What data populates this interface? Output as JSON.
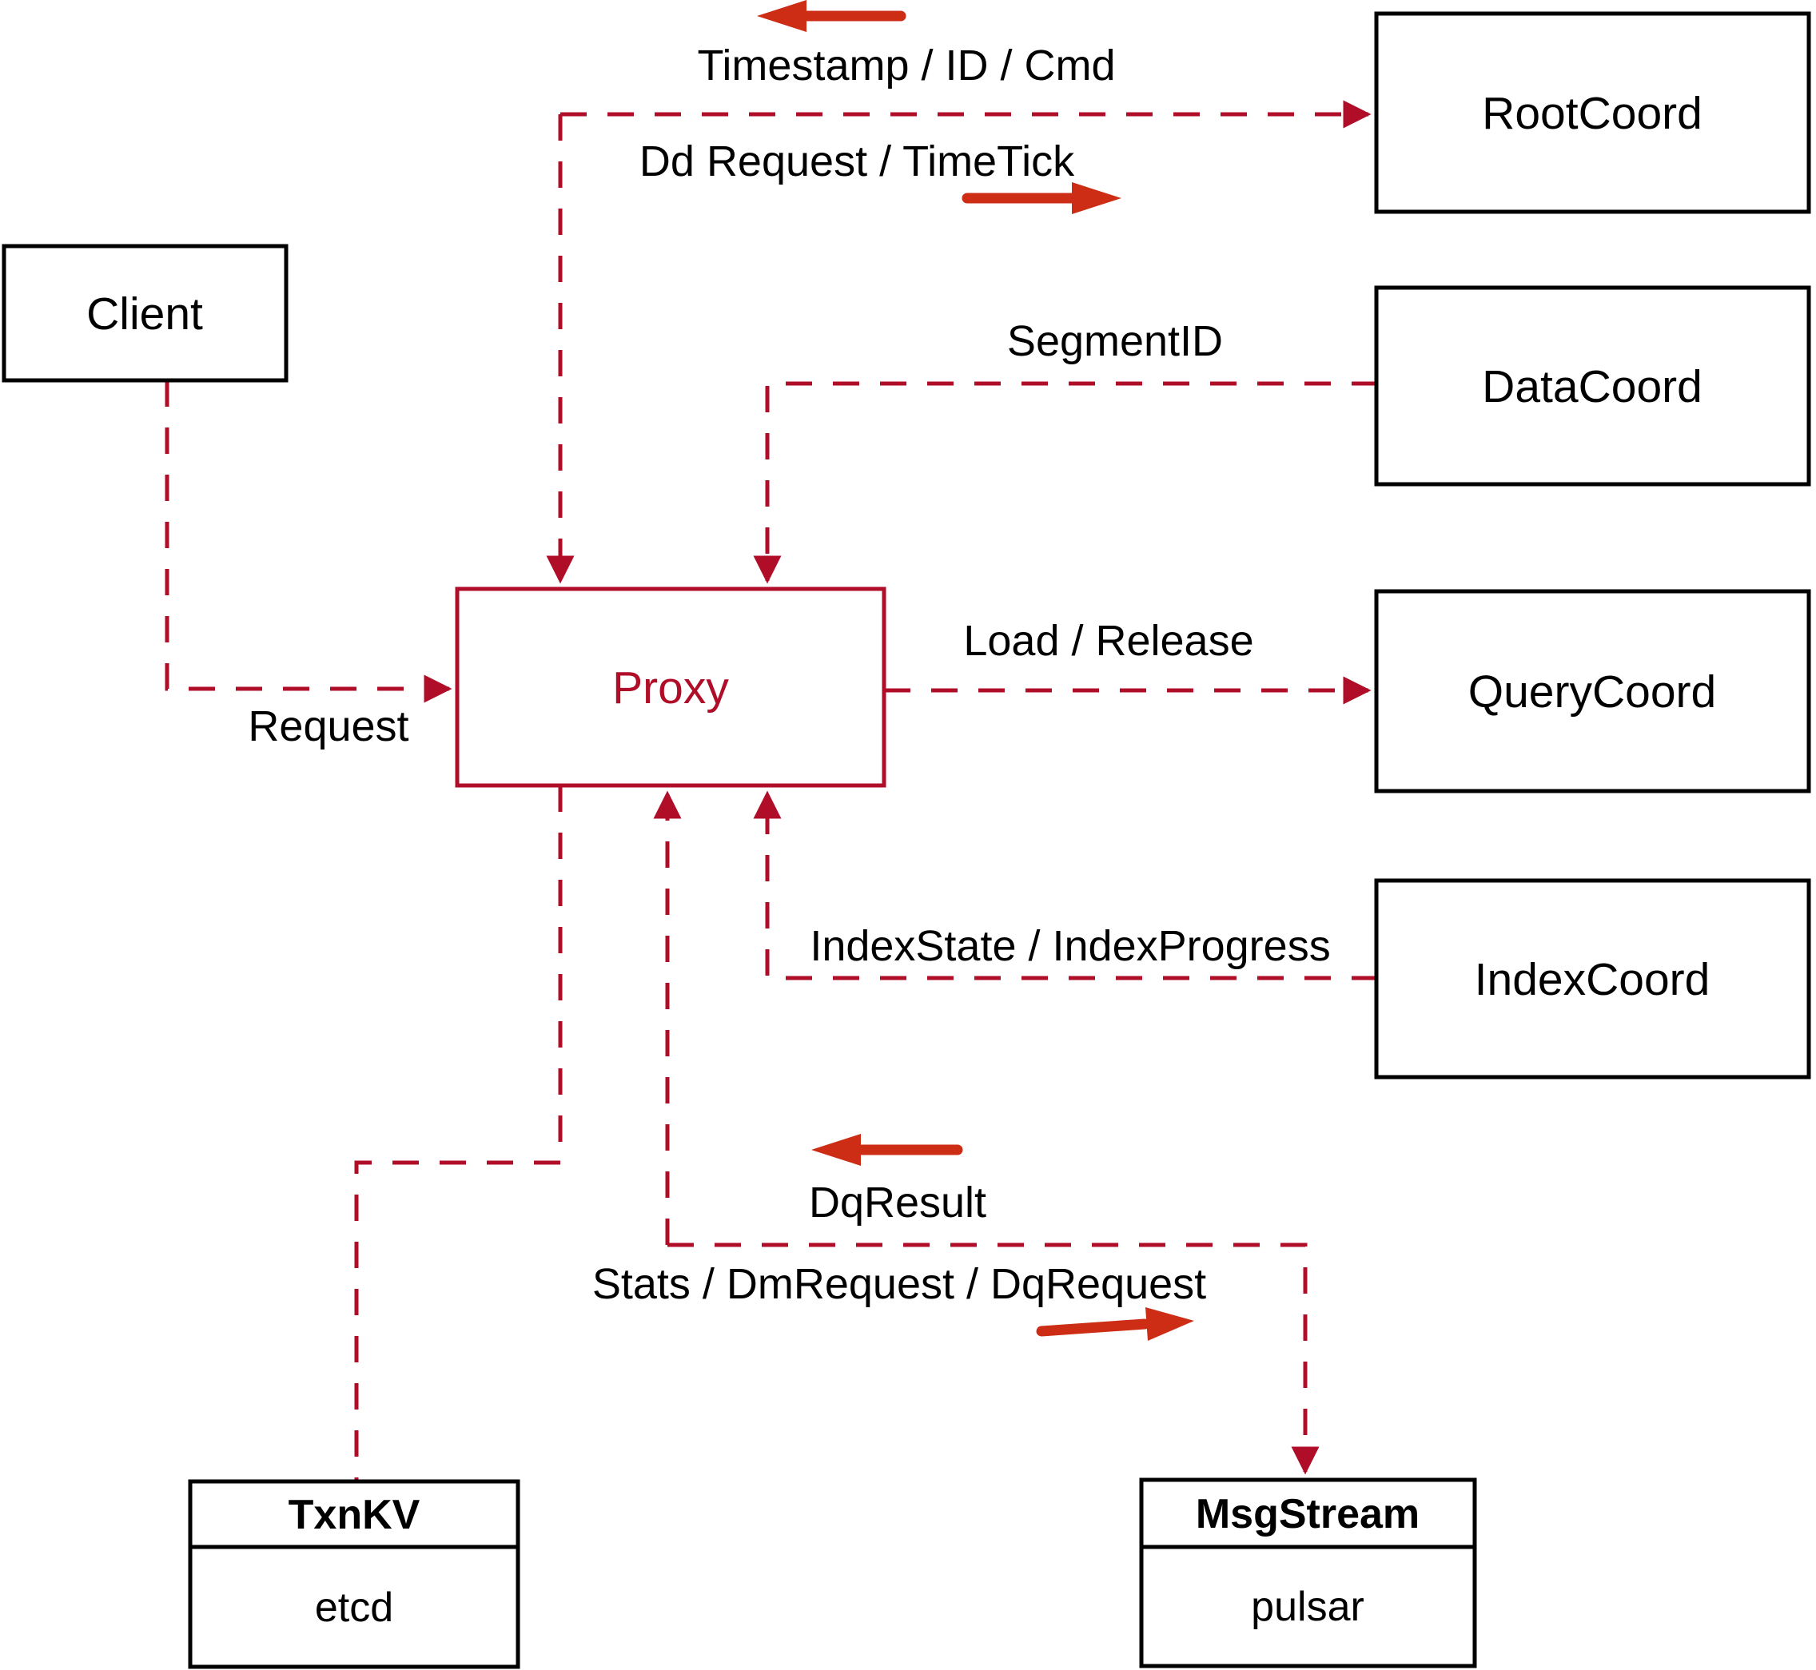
{
  "diagram": {
    "description": "Proxy architecture diagram",
    "colors": {
      "dashed_line": "#b00d28",
      "proxy_accent": "#b00d28",
      "solid_arrow": "#cc2d14",
      "box_border": "#000000",
      "text": "#000000",
      "background": "#ffffff"
    },
    "nodes": {
      "client": {
        "label": "Client"
      },
      "proxy": {
        "label": "Proxy"
      },
      "rootcoord": {
        "label": "RootCoord"
      },
      "datacoord": {
        "label": "DataCoord"
      },
      "querycoord": {
        "label": "QueryCoord"
      },
      "indexcoord": {
        "label": "IndexCoord"
      },
      "txnkv": {
        "title": "TxnKV",
        "body": "etcd"
      },
      "msgstream": {
        "title": "MsgStream",
        "body": "pulsar"
      }
    },
    "edge_labels": {
      "timestamp_id_cmd": "Timestamp / ID / Cmd",
      "dd_request_timetick": "Dd Request / TimeTick",
      "segment_id": "SegmentID",
      "load_release": "Load / Release",
      "index_state": "IndexState / IndexProgress",
      "request": "Request",
      "dq_result": "DqResult",
      "stats_dm_dq": "Stats / DmRequest / DqRequest"
    }
  }
}
